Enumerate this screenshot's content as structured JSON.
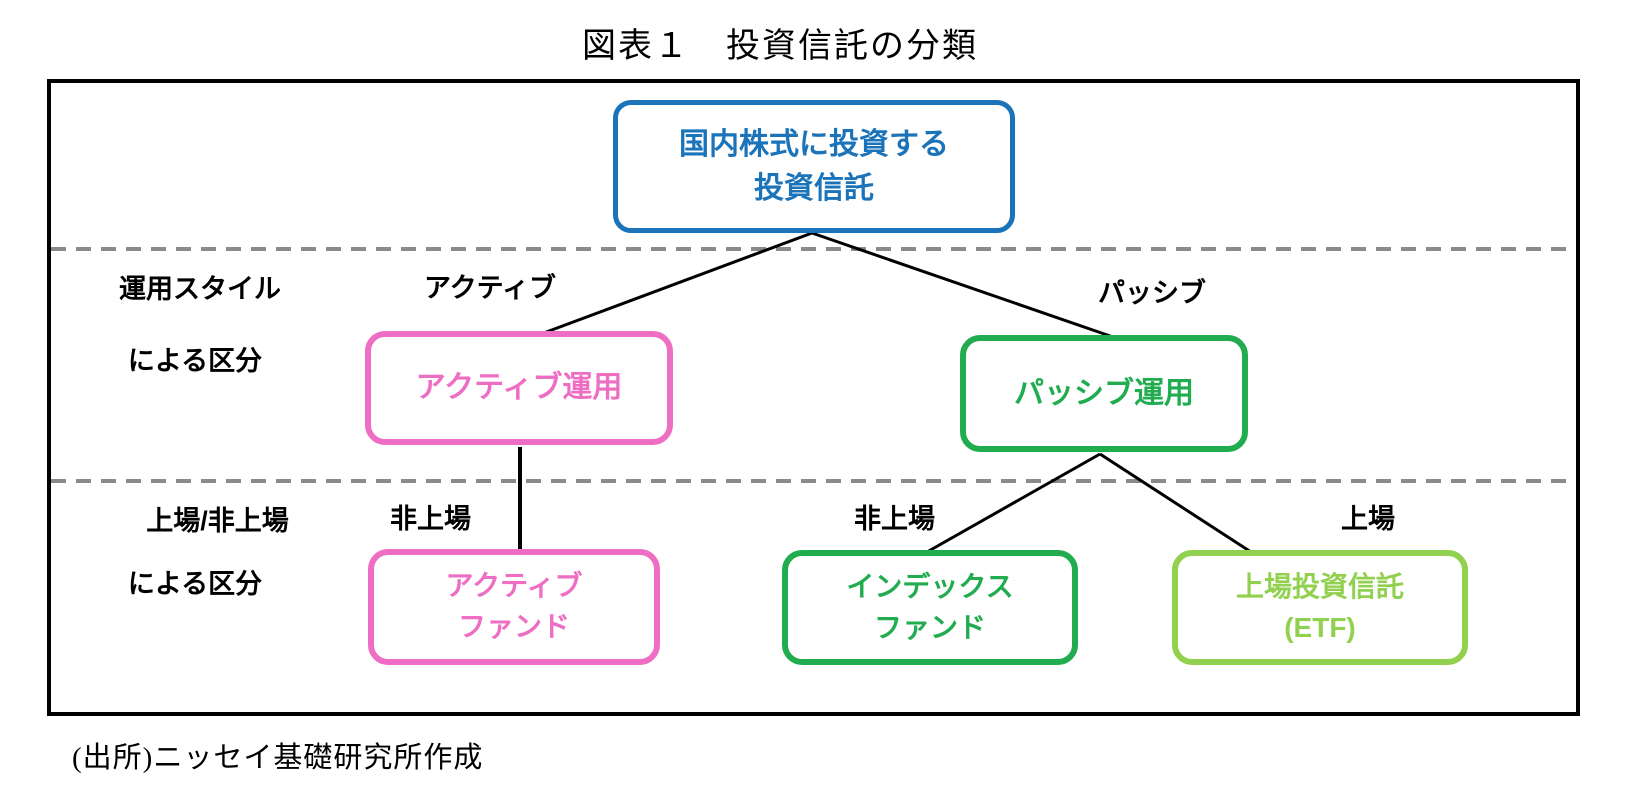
{
  "title": "図表１　投資信託の分類",
  "source_caption": "(出所)ニッセイ基礎研究所作成",
  "colors": {
    "root_blue": "#1B74B9",
    "pink": "#EE6EC4",
    "green": "#21AC50",
    "light_green": "#92D050",
    "divider_gray": "#8A8A8A",
    "connector_black": "#000000"
  },
  "nodes": {
    "root": "国内株式に投資する\n投資信託",
    "active_management": "アクティブ運用",
    "passive_management": "パッシブ運用",
    "active_fund": "アクティブ\nファンド",
    "index_fund": "インデックス\nファンド",
    "etf": "上場投資信託\n(ETF)"
  },
  "branch_labels": {
    "active": "アクティブ",
    "passive": "パッシブ",
    "unlisted_left": "非上場",
    "unlisted_middle": "非上場",
    "listed": "上場"
  },
  "side_labels": [
    {
      "line1": "運用スタイル",
      "line2": "による区分"
    },
    {
      "line1": "上場/非上場",
      "line2": "による区分"
    }
  ]
}
